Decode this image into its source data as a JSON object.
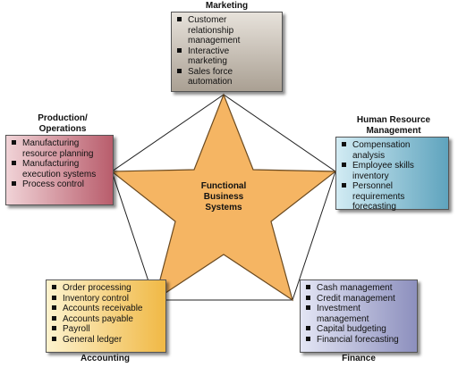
{
  "center": {
    "line1": "Functional",
    "line2": "Business",
    "line3": "Systems"
  },
  "marketing": {
    "heading": "Marketing",
    "items": [
      "Customer",
      "relationship",
      "management",
      "Interactive",
      "marketing",
      "Sales force",
      "automation"
    ]
  },
  "hr": {
    "heading_line1": "Human Resource",
    "heading_line2": "Management",
    "items": [
      "Compensation",
      "analysis",
      "Employee skills",
      "inventory",
      "Personnel requirements",
      "forecasting"
    ]
  },
  "production": {
    "heading_line1": "Production/",
    "heading_line2": "Operations",
    "items": [
      "Manufacturing",
      "resource planning",
      "Manufacturing",
      "execution systems",
      "Process control"
    ]
  },
  "accounting": {
    "heading": "Accounting",
    "items": [
      "Order processing",
      "Inventory control",
      "Accounts receivable",
      "Accounts payable",
      "Payroll",
      "General ledger"
    ]
  },
  "finance": {
    "heading": "Finance",
    "items": [
      "Cash management",
      "Credit management",
      "Investment management",
      "Capital budgeting",
      "Financial forecasting"
    ]
  },
  "colors": {
    "star_fill": "#f5b563",
    "star_stroke": "#6b4a20",
    "marketing_box": "#c9c0b4",
    "hr_box": "#8ec2d6",
    "production_box": "#d58a96",
    "accounting_box": "#f7d98a",
    "finance_box": "#b6b8d8"
  }
}
